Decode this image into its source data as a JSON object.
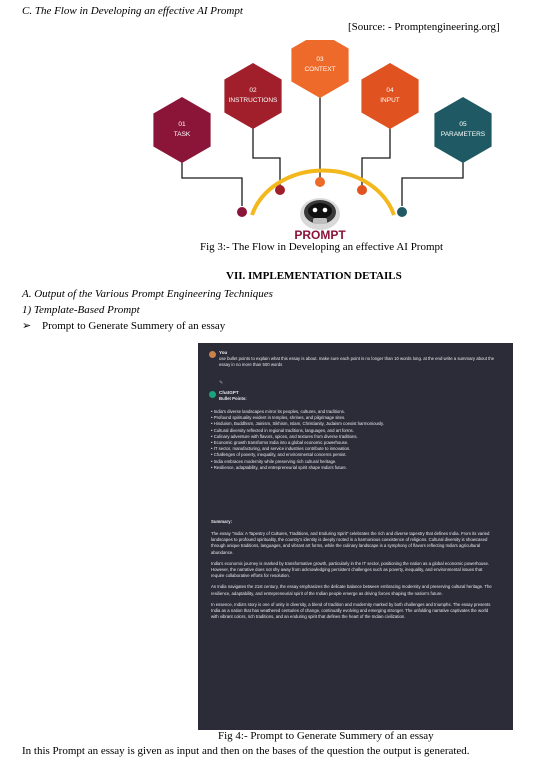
{
  "section_c": "C.   The Flow in Developing an effective AI Prompt",
  "source": "[Source: - Promptengineering.org]",
  "diagram": {
    "nodes": [
      {
        "number": "01",
        "label": "TASK",
        "color": "#8a1538"
      },
      {
        "number": "02",
        "label": "INSTRUCTIONS",
        "color": "#a01f2b"
      },
      {
        "number": "03",
        "label": "CONTEXT",
        "color": "#ee6a2a"
      },
      {
        "number": "04",
        "label": "INPUT",
        "color": "#e0521f"
      },
      {
        "number": "05",
        "label": "PARAMETERS",
        "color": "#1f5a64"
      }
    ],
    "center_label": "PROMPT",
    "arc_color": "#f2b81c"
  },
  "fig3_caption": "Fig 3:- The Flow in Developing an effective AI Prompt",
  "section_vii": "VII.       IMPLEMENTATION DETAILS",
  "subsection_a": "A.   Output of the Various Prompt Engineering Techniques",
  "subsection_1": "1)   Template-Based Prompt",
  "bullet_glyph": "➢",
  "bullet_text": "Prompt to Generate Summery of an essay",
  "chat": {
    "user_name": "You",
    "user_message": "use bullet points to explain what this essay is about. make sure each point is no longer than 10 words long. at the end write a summary about the essay in no more than 500 words",
    "bot_name": "ChatGPT",
    "bullets_heading": "Bullet Points:",
    "bullets": [
      "India's diverse landscapes mirror its peoples, cultures, and traditions.",
      "Profound spirituality evident in temples, shrines, and pilgrimage sites.",
      "Hinduism, Buddhism, Jainism, Sikhism, Islam, Christianity, Judaism coexist harmoniously.",
      "Cultural diversity reflected in regional traditions, languages, and art forms.",
      "Culinary adventure with flavors, spices, and textures from diverse traditions.",
      "Economic growth transforms India into a global economic powerhouse.",
      "IT sector, manufacturing, and service industries contribute to innovation.",
      "Challenges of poverty, inequality, and environmental concerns persist.",
      "India embraces modernity while preserving rich cultural heritage.",
      "Resilience, adaptability, and entrepreneurial spirit shape India's future."
    ],
    "summary_heading": "Summary:",
    "summary_paragraphs": [
      "The essay \"India: A Tapestry of Cultures, Traditions, and Enduring Spirit\" celebrates the rich and diverse tapestry that defines India. From its varied landscapes to profound spirituality, the country's identity is deeply rooted in a harmonious coexistence of religions. Cultural diversity is showcased through unique traditions, languages, and vibrant art forms, while the culinary landscape is a symphony of flavors reflecting India's agricultural abundance.",
      "India's economic journey is marked by transformative growth, particularly in the IT sector, positioning the nation as a global economic powerhouse. However, the narrative does not shy away from acknowledging persistent challenges such as poverty, inequality, and environmental issues that require collaborative efforts for resolution.",
      "As India navigates the 21st century, the essay emphasizes the delicate balance between embracing modernity and preserving cultural heritage. The resilience, adaptability, and entrepreneurial spirit of the Indian people emerge as driving forces shaping the nation's future.",
      "In essence, India's story is one of unity in diversity, a blend of tradition and modernity marked by both challenges and triumphs. The essay presents India as a nation that has weathered centuries of change, continually evolving and emerging stronger. The unfolding narrative captivates the world with vibrant colors, rich traditions, and an enduring spirit that defines the heart of the Indian civilization."
    ]
  },
  "fig4_caption": "Fig 4:- Prompt to Generate Summery of an essay",
  "closing_text": "In this Prompt an essay is given as input and then on the bases of the question the output is generated."
}
